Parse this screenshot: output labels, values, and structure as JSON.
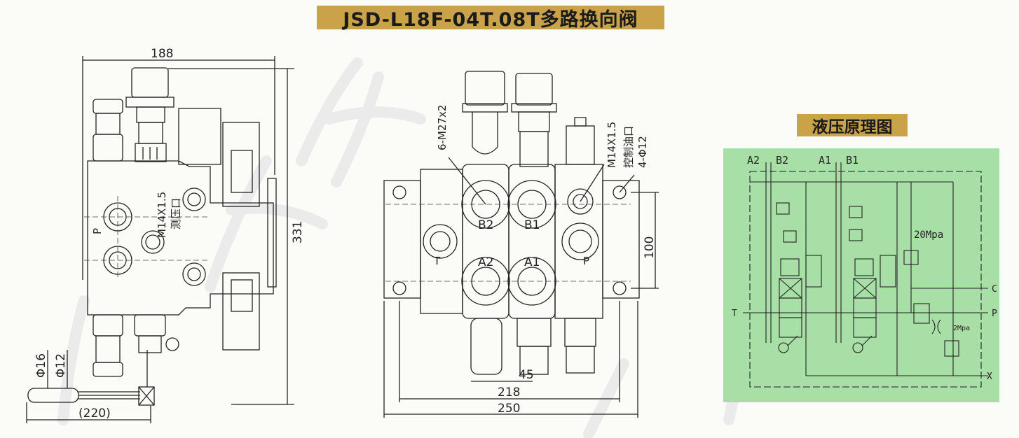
{
  "title": "JSD-L18F-04T.08T多路换向阀",
  "schematic_title": "液压原理图",
  "colors": {
    "title_bg": "#c9a24a",
    "schematic_bg": "#a8dfa6",
    "line": "#222222"
  },
  "left_view": {
    "dim_width": "188",
    "dim_height": "331",
    "dim_handle": "(220)",
    "dim_phi16": "Φ16",
    "dim_phi12": "Φ12",
    "port_thread": "M14X1.5",
    "port_name": "测压口",
    "port_p": "P"
  },
  "front_view": {
    "thread_label": "6-M27x2",
    "ctrl_thread": "M14X1.5",
    "ctrl_port": "控制油口",
    "holes": "4-Φ12",
    "port_b2": "B2",
    "port_b1": "B1",
    "port_a2": "A2",
    "port_a1": "A1",
    "port_t": "T",
    "port_p": "P",
    "dim_45": "45",
    "dim_218": "218",
    "dim_250": "250",
    "dim_100": "100"
  },
  "schematic": {
    "a2": "A2",
    "b2": "B2",
    "a1": "A1",
    "b1": "B1",
    "t": "T",
    "p": "P",
    "c": "C",
    "x": "X",
    "relief_main": "20Mpa",
    "relief_pilot": "2Mpa"
  }
}
